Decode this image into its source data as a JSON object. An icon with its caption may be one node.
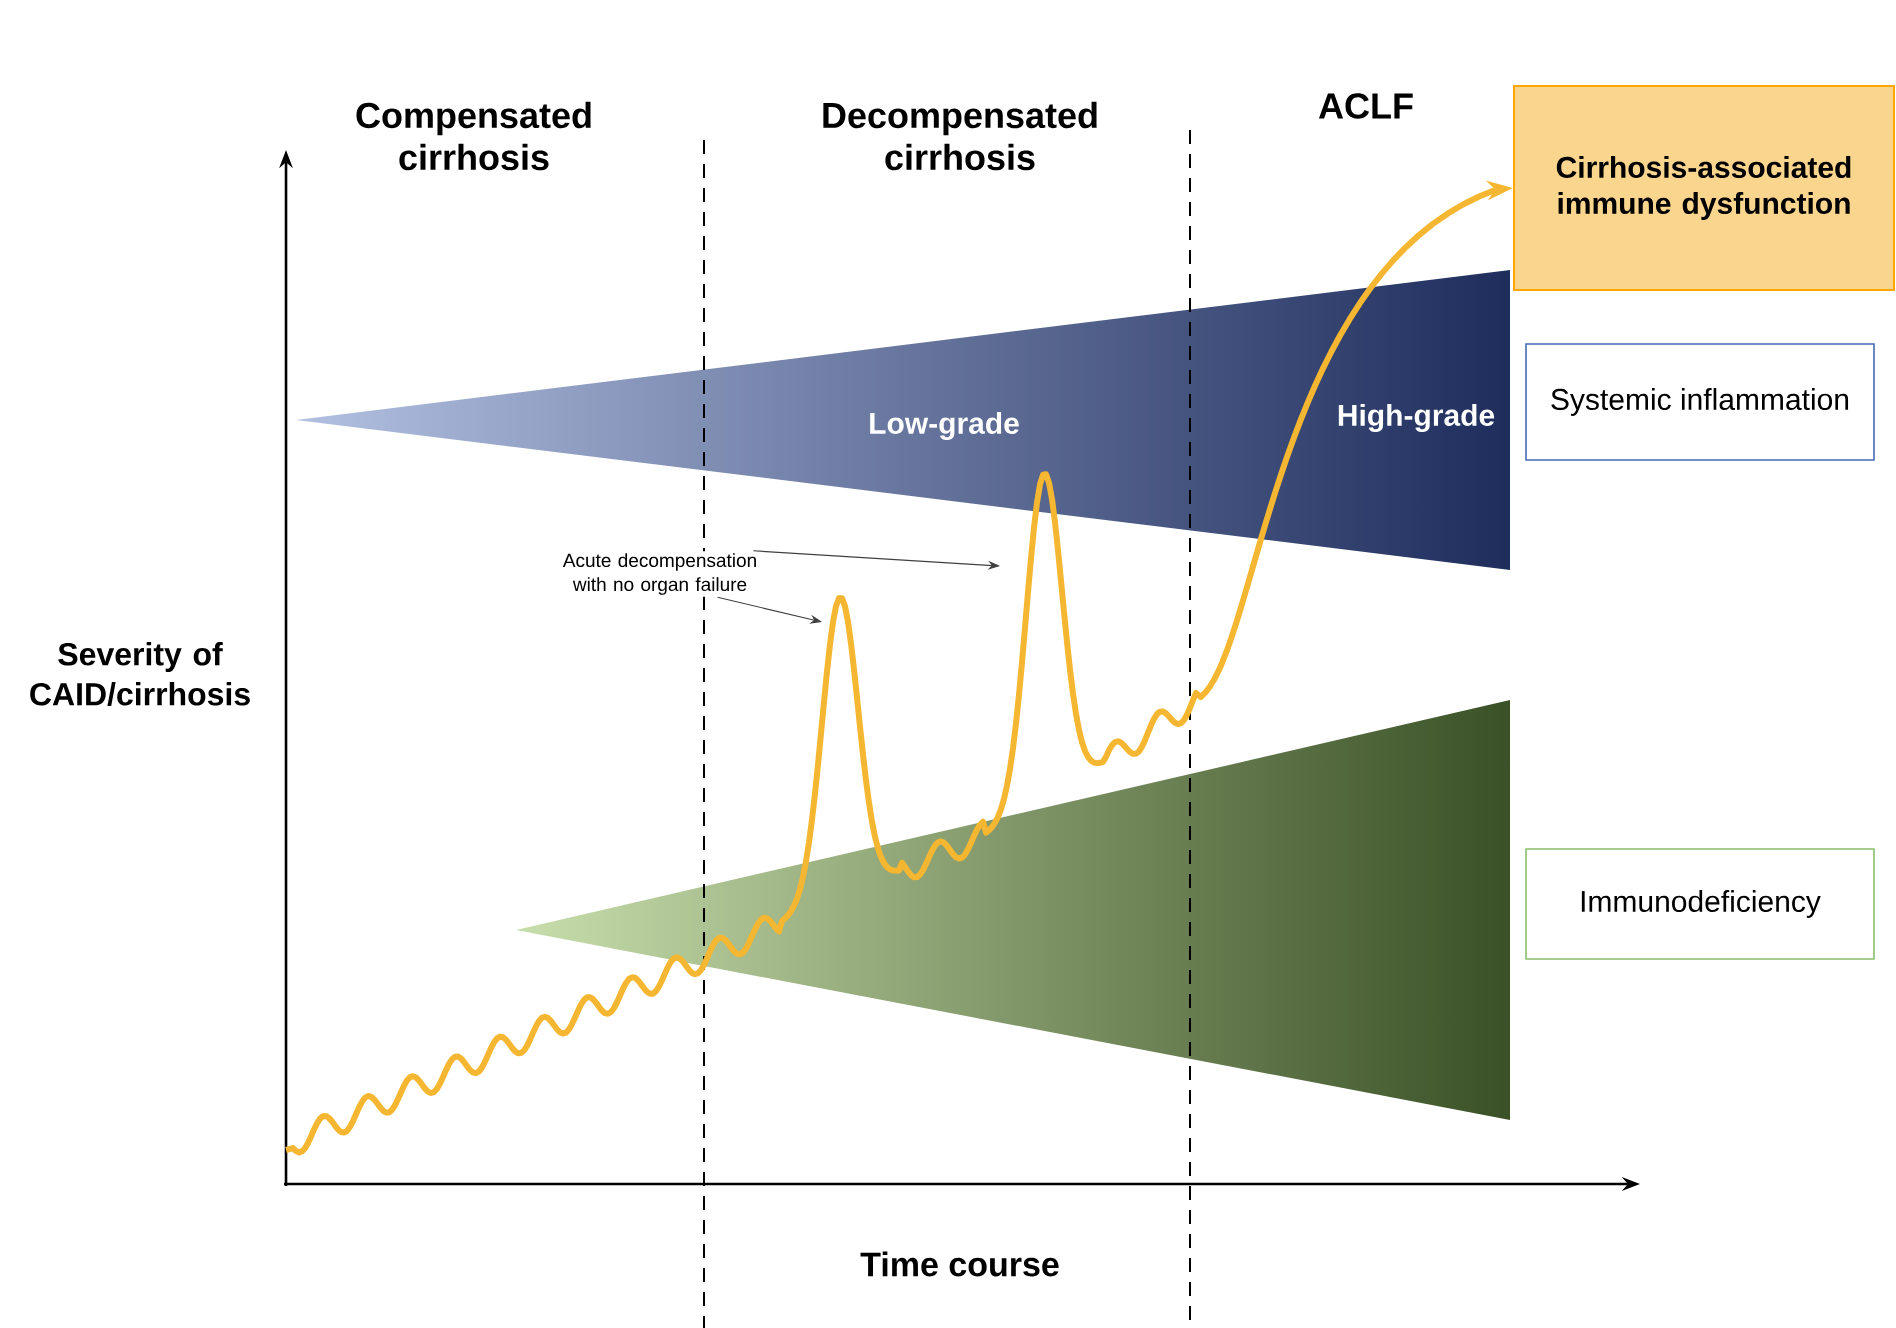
{
  "diagram": {
    "nodes": [
      {
        "text": [
          "Cirrhosis-associated immune dysfunction"
        ]
      },
      {
        "text": [
          "Systemic inflammation"
        ]
      },
      {
        "text": [
          "Immunodeficiency"
        ]
      },
      {
        "text": [
          "Acute decompensation with no organ failure"
        ]
      }
    ],
    "edges": [
      {
        "from": null,
        "to": 0,
        "arrow": "to",
        "style": "thick",
        "color": "#f5b731"
      },
      {
        "from": 3,
        "to": null,
        "arrow": "to"
      },
      {
        "from": 3,
        "to": null,
        "arrow": "to"
      }
    ],
    "labels": [
      "Compensated cirrhosis",
      "Decompensated cirrhosis",
      "ACLF",
      "Low-grade",
      "High-grade",
      "Severity of CAID/cirrhosis",
      "Time course"
    ]
  }
}
